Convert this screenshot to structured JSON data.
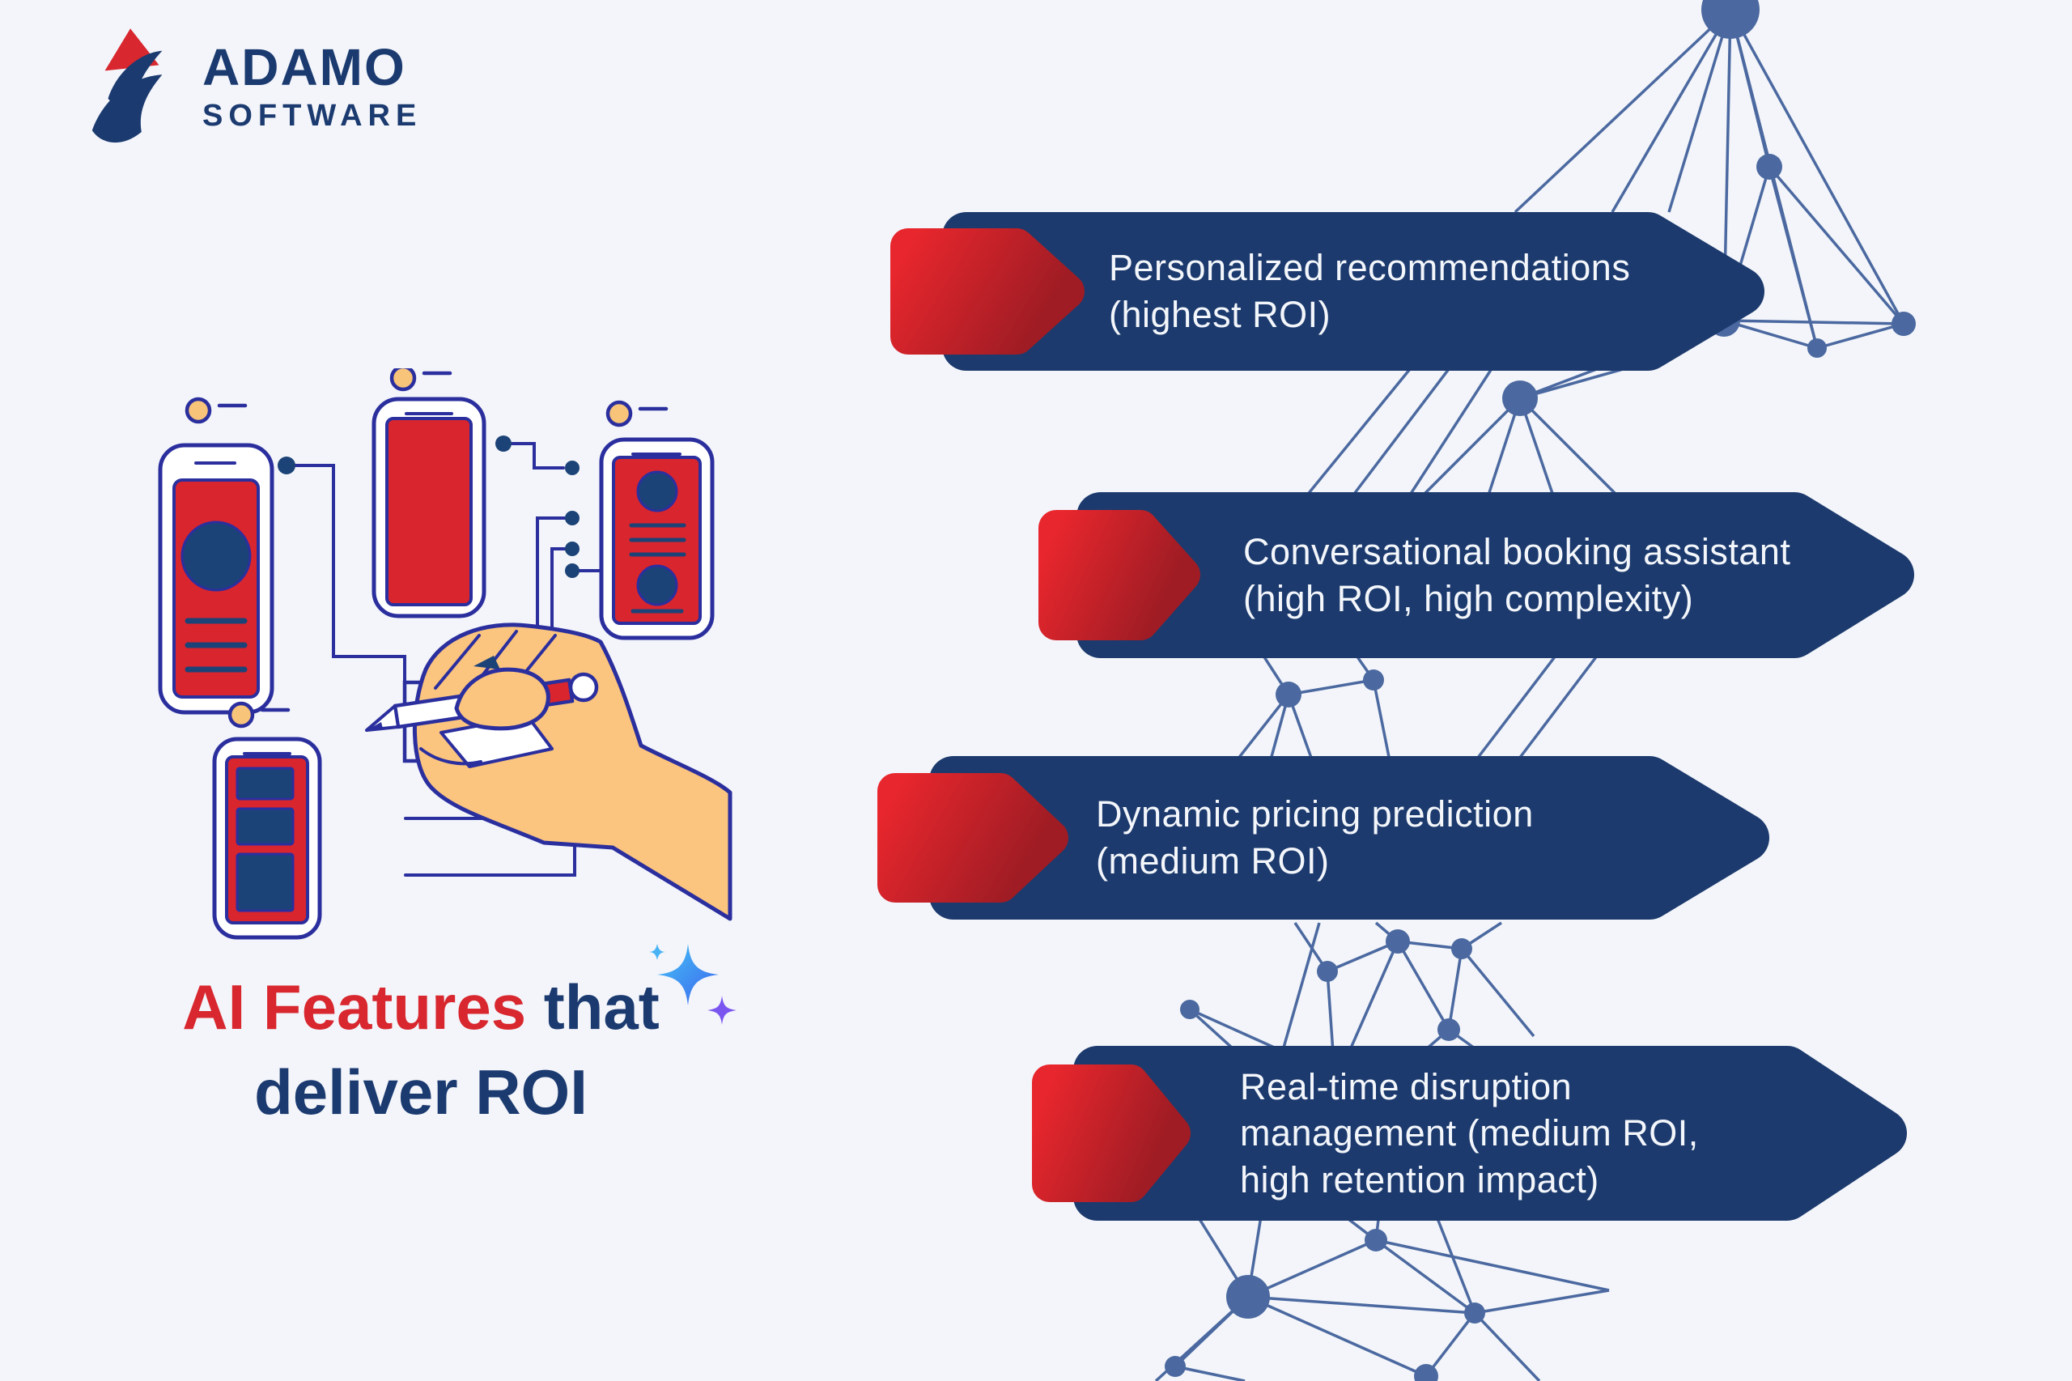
{
  "page": {
    "background_color": "#f3f5fa"
  },
  "logo": {
    "name": "ADAMO",
    "suffix": "SOFTWARE",
    "icon": "adamo-bird-icon",
    "text_color": "#1b3a70",
    "accent_color": "#d8272e"
  },
  "title": {
    "highlight": "AI Features",
    "rest": " that\ndeliver ROI",
    "highlight_color": "#d8272e",
    "text_color": "#1b3a70",
    "icon": "sparkles-icon"
  },
  "banners": [
    {
      "label": "Personalized recommendations\n(highest ROI)"
    },
    {
      "label": "Conversational booking assistant\n(high ROI, high complexity)"
    },
    {
      "label": "Dynamic pricing prediction\n(medium ROI)"
    },
    {
      "label": "Real-time disruption\nmanagement (medium ROI,\nhigh retention impact)"
    }
  ],
  "banner_style": {
    "fill_color": "#1c3a6d",
    "text_color": "#f3f6fb",
    "arrow_gradient_start": "#e8262d",
    "arrow_gradient_end": "#9f1c24"
  },
  "decoration": {
    "name": "network-plexus",
    "color": "#4b69a0"
  },
  "illustration": {
    "name": "hand-drawing-phone-wireframes",
    "outline_color": "#2b2f9e",
    "screen_red": "#d8252e",
    "navy": "#1c4377",
    "badge_orange": "#f8c479",
    "skin": "#fbc47f"
  }
}
